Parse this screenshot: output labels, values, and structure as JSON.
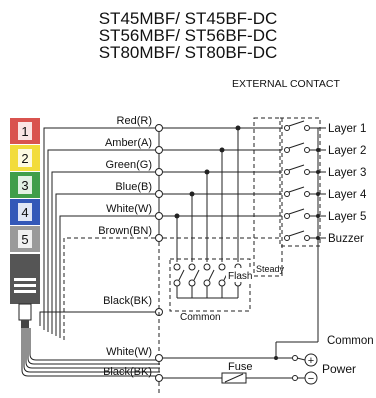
{
  "title": {
    "line1": "ST45MBF/ ST45BF-DC",
    "line2": "ST56MBF/ ST56BF-DC",
    "line3": "ST80MBF/ ST80BF-DC"
  },
  "external_contact": "EXTERNAL CONTACT",
  "tower": {
    "tiers": [
      {
        "number": "1",
        "color": "#d9534f"
      },
      {
        "number": "2",
        "color": "#f2dc3a"
      },
      {
        "number": "3",
        "color": "#3f9e4a"
      },
      {
        "number": "4",
        "color": "#3358b8"
      },
      {
        "number": "5",
        "color": "#9a9a9a"
      }
    ]
  },
  "wires": {
    "red": "Red(R)",
    "amber": "Amber(A)",
    "green": "Green(G)",
    "blue": "Blue(B)",
    "white": "White(W)",
    "brown": "Brown(BN)",
    "black": "Black(BK)",
    "white2": "White(W)",
    "black2": "Black(BK)"
  },
  "layers": [
    "Layer 1",
    "Layer 2",
    "Layer 3",
    "Layer 4",
    "Layer 5",
    "Buzzer"
  ],
  "labels": {
    "steady": "Steady",
    "flash": "Flash",
    "common_box": "Common",
    "common": "Common",
    "fuse": "Fuse",
    "power": "Power",
    "plus": "+",
    "minus": "−"
  }
}
